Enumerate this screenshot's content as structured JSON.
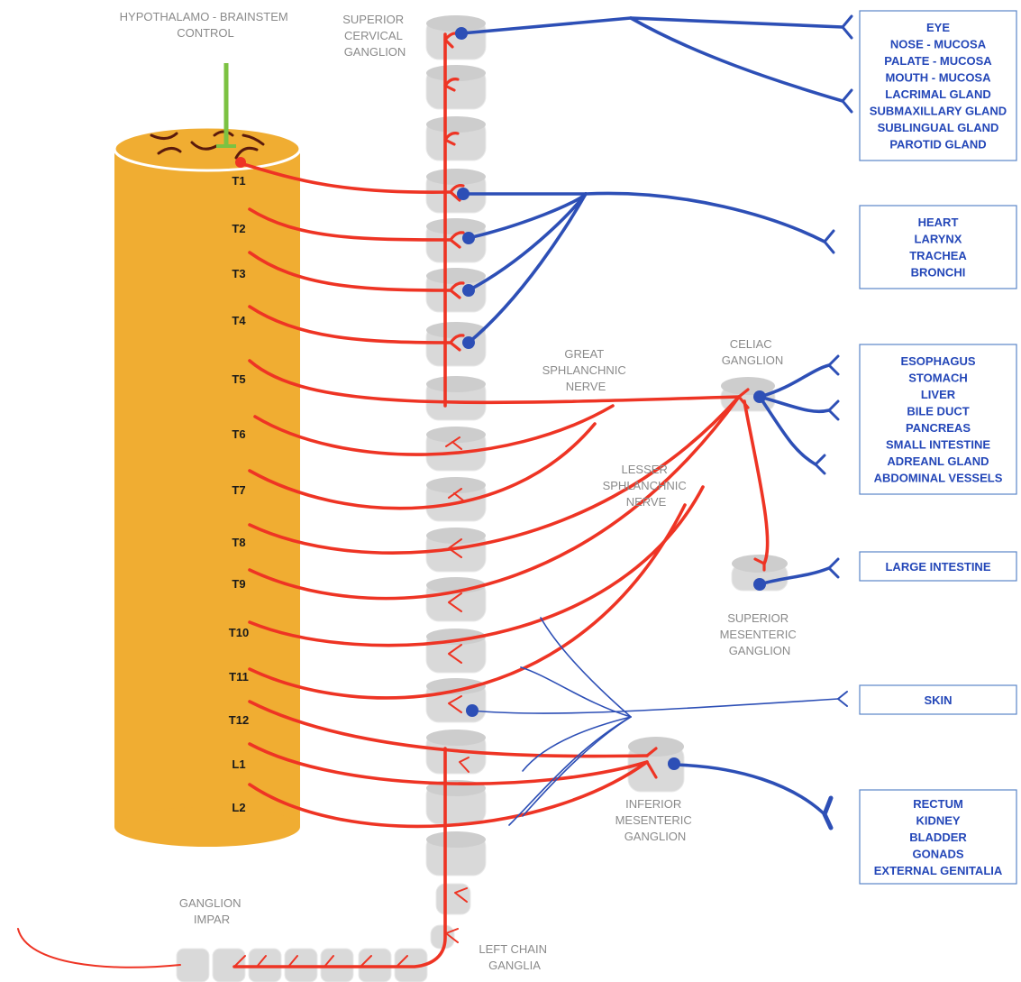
{
  "labels": {
    "hypothalamo": [
      "HYPOTHALAMO - BRAINSTEM",
      "CONTROL"
    ],
    "superior_cervical": [
      "SUPERIOR",
      "CERVICAL",
      "GANGLION"
    ],
    "great_splanchnic": [
      "GREAT",
      "SPHLANCHNIC",
      "NERVE"
    ],
    "lesser_splanchnic": [
      "LESSER",
      "SPHLANCHNIC",
      "NERVE"
    ],
    "celiac": [
      "CELIAC",
      "GANGLION"
    ],
    "superior_mesenteric": [
      "SUPERIOR",
      "MESENTERIC",
      "GANGLION"
    ],
    "inferior_mesenteric": [
      "INFERIOR",
      "MESENTERIC",
      "GANGLION"
    ],
    "ganglion_impar": [
      "GANGLION",
      "IMPAR"
    ],
    "left_chain": [
      "LEFT CHAIN",
      "GANGLIA"
    ]
  },
  "segments": [
    "T1",
    "T2",
    "T3",
    "T4",
    "T5",
    "T6",
    "T7",
    "T8",
    "T9",
    "T10",
    "T11",
    "T12",
    "L1",
    "L2"
  ],
  "organ_boxes": [
    [
      "EYE",
      "NOSE - MUCOSA",
      "PALATE - MUCOSA",
      "MOUTH - MUCOSA",
      "LACRIMAL GLAND",
      "SUBMAXILLARY GLAND",
      "SUBLINGUAL GLAND",
      "PAROTID GLAND"
    ],
    [
      "HEART",
      "LARYNX",
      "TRACHEA",
      "BRONCHI"
    ],
    [
      "ESOPHAGUS",
      "STOMACH",
      "LIVER",
      "BILE DUCT",
      "PANCREAS",
      "SMALL INTESTINE",
      "ADREANL GLAND",
      "ABDOMINAL VESSELS"
    ],
    [
      "LARGE INTESTINE"
    ],
    [
      "SKIN"
    ],
    [
      "RECTUM",
      "KIDNEY",
      "BLADDER",
      "GONADS",
      "EXTERNAL GENITALIA"
    ]
  ],
  "colors": {
    "preganglionic": "#ee3424",
    "postganglionic": "#2d4fb6",
    "spinal_cord": "#f0ad32",
    "ganglion": "#d9d9d9",
    "control_input": "#7cc242"
  }
}
